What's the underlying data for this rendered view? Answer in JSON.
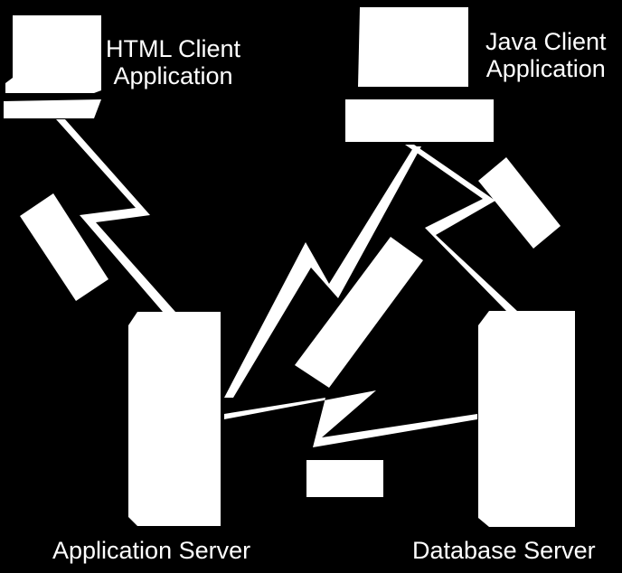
{
  "nodes": {
    "html_client": {
      "line1": "HTML Client",
      "line2": "Application"
    },
    "java_client": {
      "line1": "Java Client",
      "line2": "Application"
    },
    "application_server": {
      "label": "Application Server"
    },
    "database_server": {
      "label": "Database Server"
    }
  },
  "colors": {
    "background": "#000000",
    "foreground": "#ffffff"
  }
}
